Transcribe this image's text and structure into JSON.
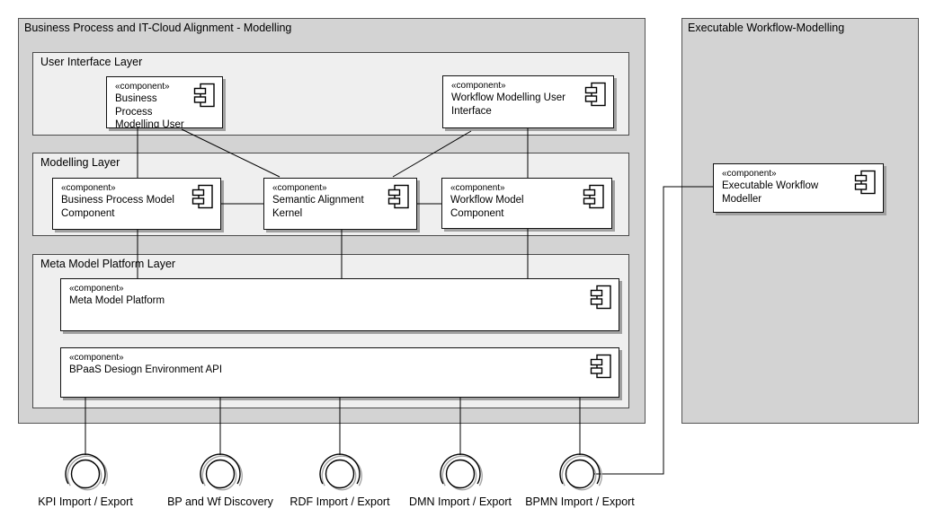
{
  "diagram": {
    "containers": {
      "main": {
        "title": "Business Process and IT-Cloud Alignment - Modelling"
      },
      "right": {
        "title": "Executable Workflow-Modelling"
      }
    },
    "layers": [
      {
        "title": "User Interface Layer"
      },
      {
        "title": "Modelling Layer"
      },
      {
        "title": "Meta Model Platform Layer"
      }
    ],
    "stereotype": "«component»",
    "components": [
      {
        "name": "Business Process Modelling User Interface"
      },
      {
        "name": "Workflow Modelling User Interface"
      },
      {
        "name": "Business Process Model Component"
      },
      {
        "name": "Semantic Alignment Kernel"
      },
      {
        "name": "Workflow Model Component"
      },
      {
        "name": "Meta Model Platform"
      },
      {
        "name": "BPaaS Desiogn Environment API"
      },
      {
        "name": "Executable Workflow Modeller"
      }
    ],
    "interfaces": [
      {
        "label": "KPI Import / Export"
      },
      {
        "label": "BP and Wf Discovery"
      },
      {
        "label": "RDF Import / Export"
      },
      {
        "label": "DMN Import / Export"
      },
      {
        "label": "BPMN Import / Export"
      }
    ],
    "colors": {
      "container_fill": "#d3d3d3",
      "layer_fill": "#efefef",
      "component_fill": "#ffffff",
      "border": "#545454",
      "line": "#000000",
      "shadow": "#a0a0a0",
      "text": "#000000"
    }
  }
}
